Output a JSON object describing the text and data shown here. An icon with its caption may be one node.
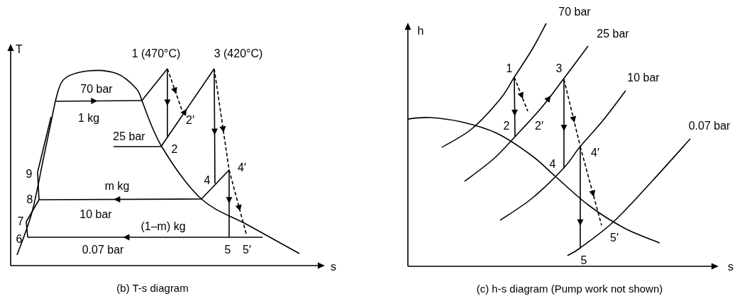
{
  "diagram": {
    "labels": [
      "T",
      "1 (470°C)",
      "3 (420°C)",
      "70 bar",
      "1 kg",
      "2′",
      "25 bar",
      "2",
      "4′",
      "9",
      "4",
      "m kg",
      "8",
      "10 bar",
      "7",
      "(1–m) kg",
      "6",
      "0.07 bar",
      "5",
      "5′",
      "s",
      "(b) T-s diagram",
      "70 bar",
      "h",
      "25 bar",
      "1",
      "3",
      "10 bar",
      "2",
      "2′",
      "0.07 bar",
      "4′",
      "4",
      "5′",
      "5",
      "s",
      "(c) h-s diagram (Pump work not shown)"
    ]
  }
}
